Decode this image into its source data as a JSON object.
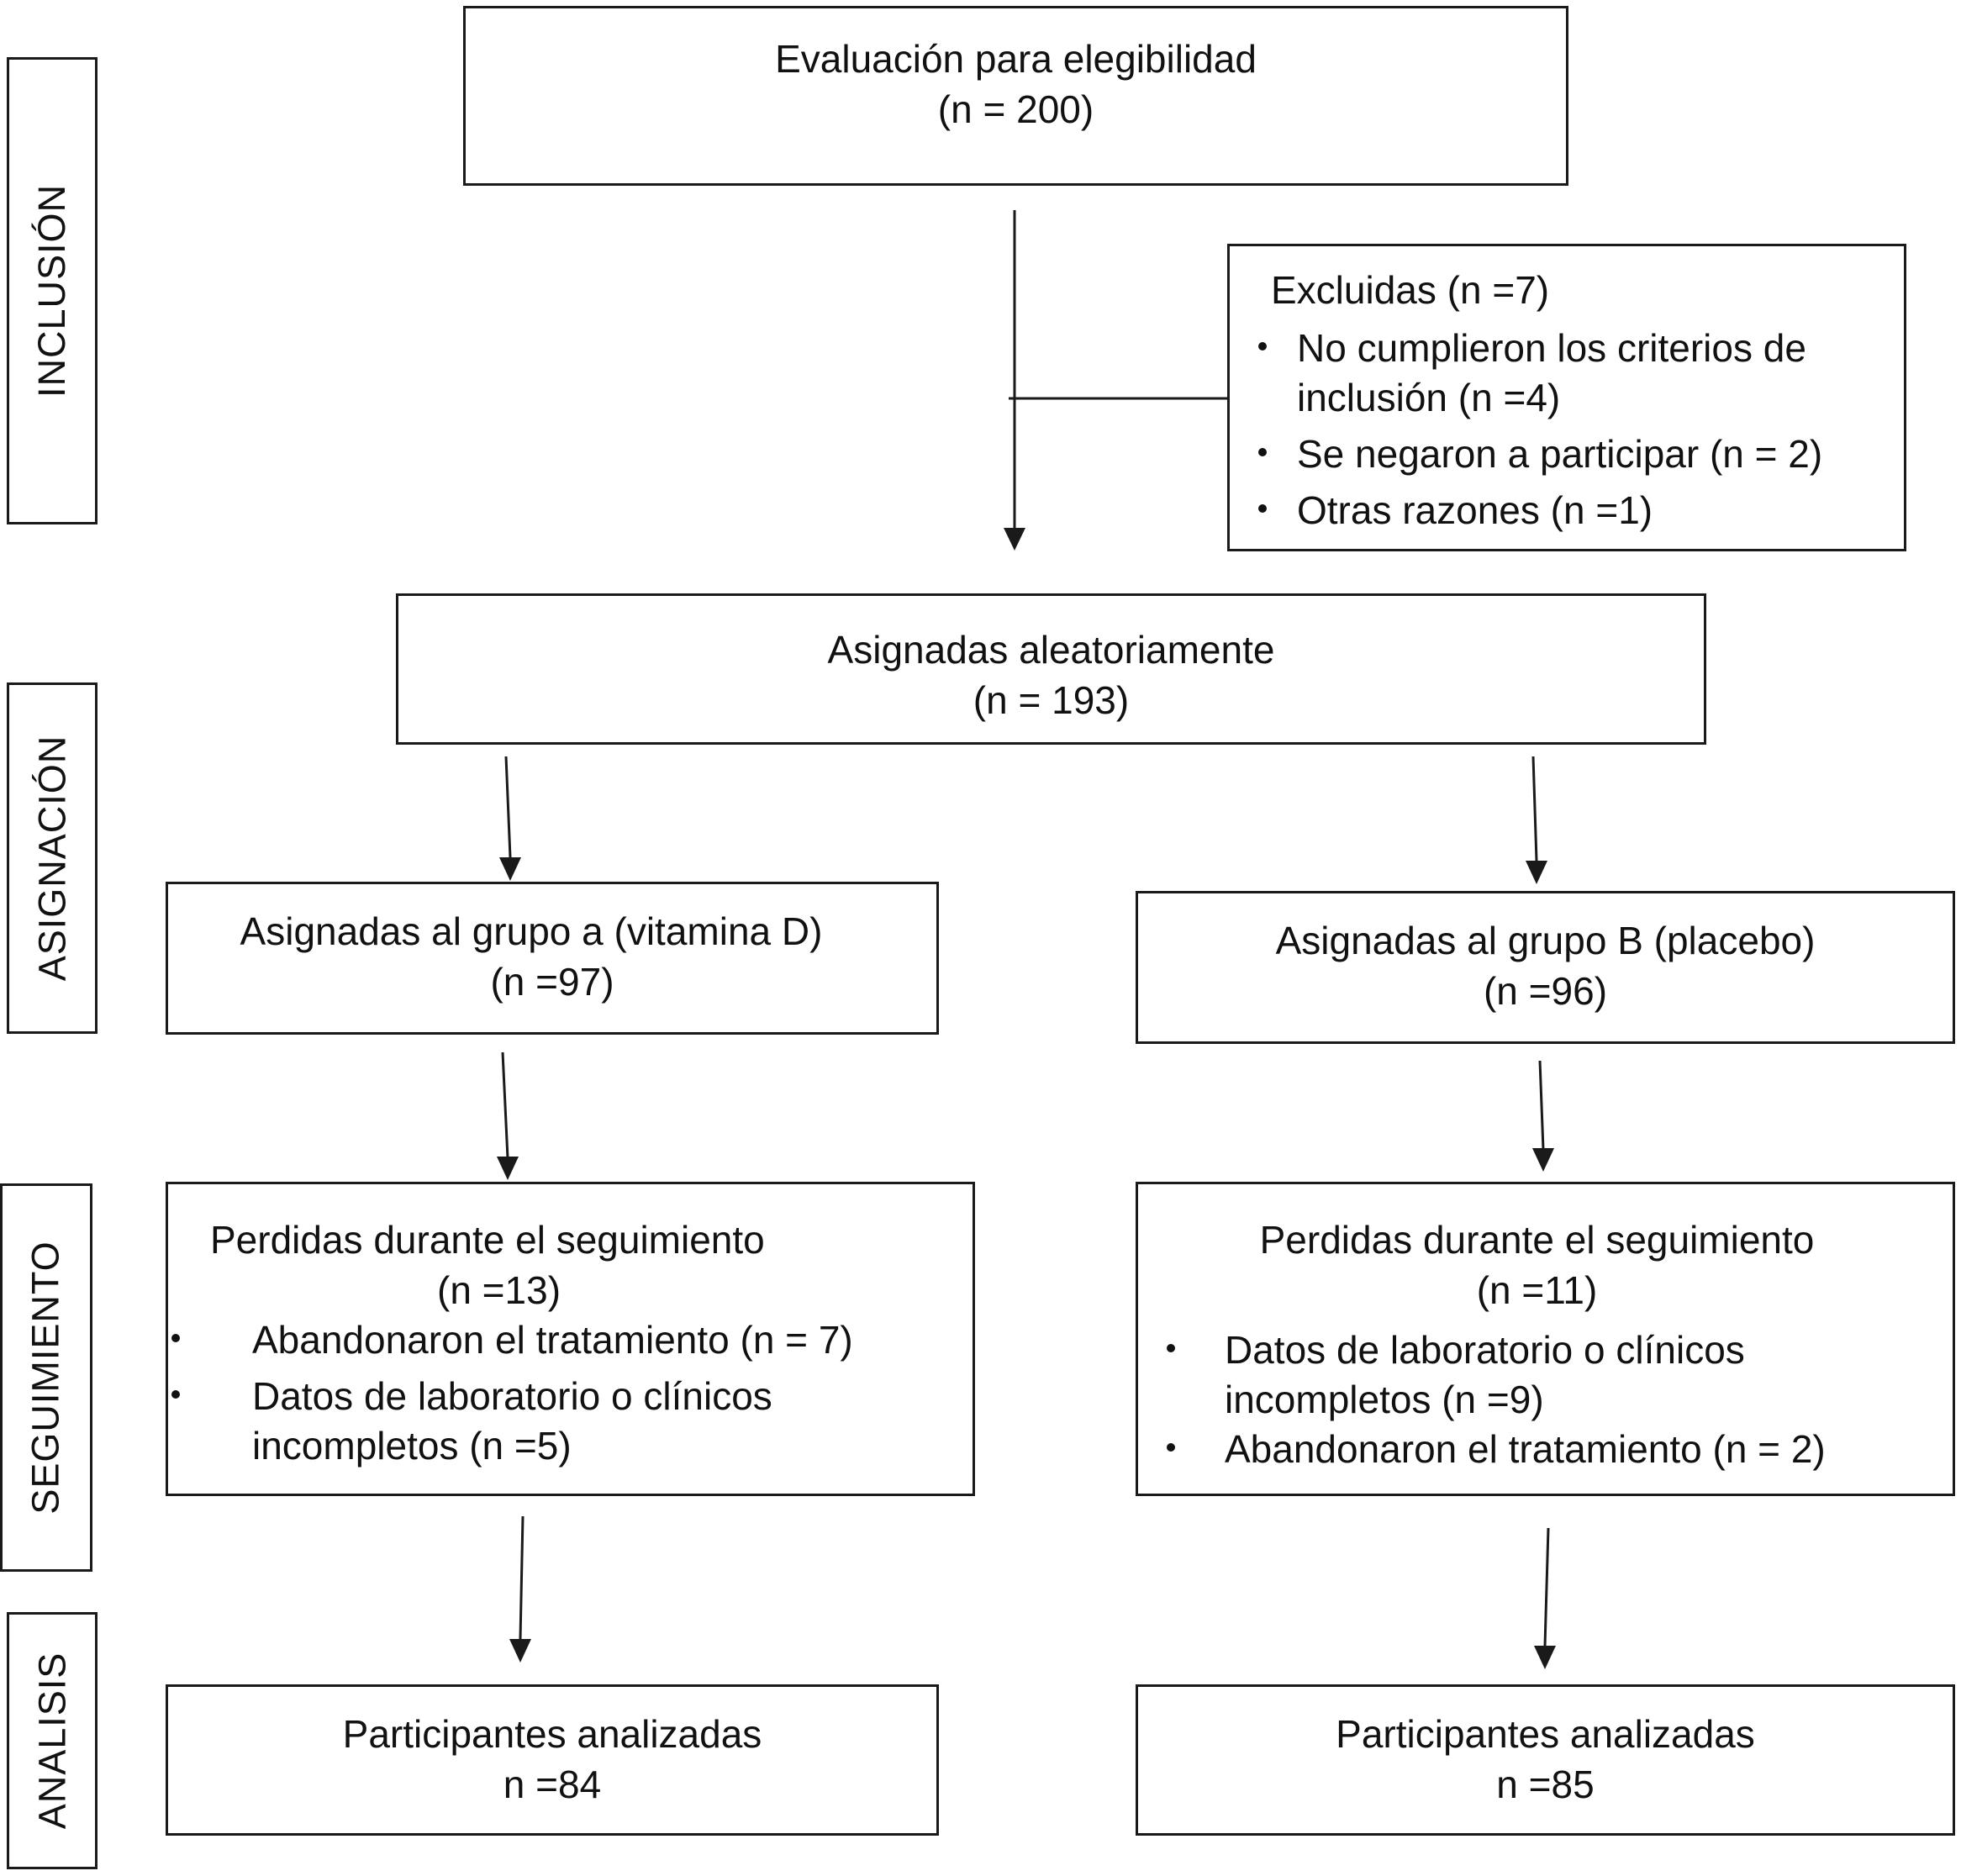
{
  "phases": {
    "inclusion": "INCLUSIÓN",
    "assignment": "ASIGNACIÓN",
    "followup": "SEGUIMIENTO",
    "analysis": "ANALISIS"
  },
  "eligibility": {
    "title": "Evaluación para elegibilidad",
    "count": "(n = 200)"
  },
  "excluded": {
    "title": "Excluidas (n =7)",
    "items": [
      "No cumplieron los criterios de inclusión (n =4)",
      "Se negaron a participar (n = 2)",
      "Otras razones (n =1)"
    ]
  },
  "randomized": {
    "title": "Asignadas aleatoriamente",
    "count": "(n = 193)"
  },
  "group_a": {
    "title": "Asignadas al grupo a (vitamina D)",
    "count": "(n =97)"
  },
  "group_b": {
    "title": "Asignadas al grupo B (placebo)",
    "count": "(n =96)"
  },
  "lost_a": {
    "title": "Perdidas durante el seguimiento",
    "count": "(n =13)",
    "items": [
      "Abandonaron el tratamiento (n = 7)",
      "Datos de laboratorio o clínicos incompletos (n =5)"
    ]
  },
  "lost_b": {
    "title": "Perdidas durante el seguimiento",
    "count": "(n =11)",
    "items": [
      "Datos de laboratorio o clínicos incompletos (n =9)",
      "Abandonaron el tratamiento (n = 2)"
    ]
  },
  "analyzed_a": {
    "title": "Participantes analizadas",
    "count": "n =84"
  },
  "analyzed_b": {
    "title": "Participantes analizadas",
    "count": "n =85"
  }
}
